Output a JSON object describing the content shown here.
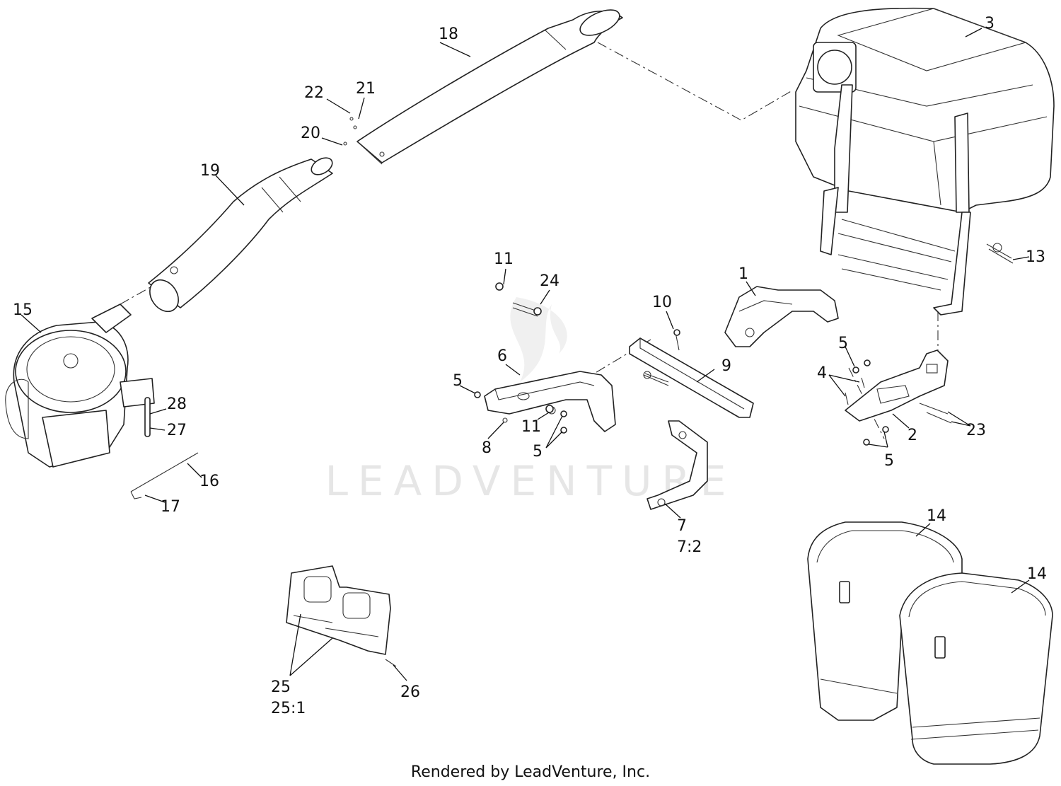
{
  "watermark": "LEADVENTURE",
  "footer": "Rendered by LeadVenture, Inc.",
  "callouts": {
    "c1": "1",
    "c2": "2",
    "c3": "3",
    "c4": "4",
    "c5a": "5",
    "c5b": "5",
    "c5c": "5",
    "c5d": "5",
    "c6": "6",
    "c7": "7",
    "c7sub": "7:2",
    "c8": "8",
    "c9": "9",
    "c10": "10",
    "c11a": "11",
    "c11b": "11",
    "c13": "13",
    "c14a": "14",
    "c14b": "14",
    "c15": "15",
    "c16": "16",
    "c17": "17",
    "c18": "18",
    "c19": "19",
    "c20": "20",
    "c21": "21",
    "c22": "22",
    "c23": "23",
    "c24": "24",
    "c25": "25",
    "c25sub": "25:1",
    "c26": "26",
    "c27": "27",
    "c28": "28"
  }
}
